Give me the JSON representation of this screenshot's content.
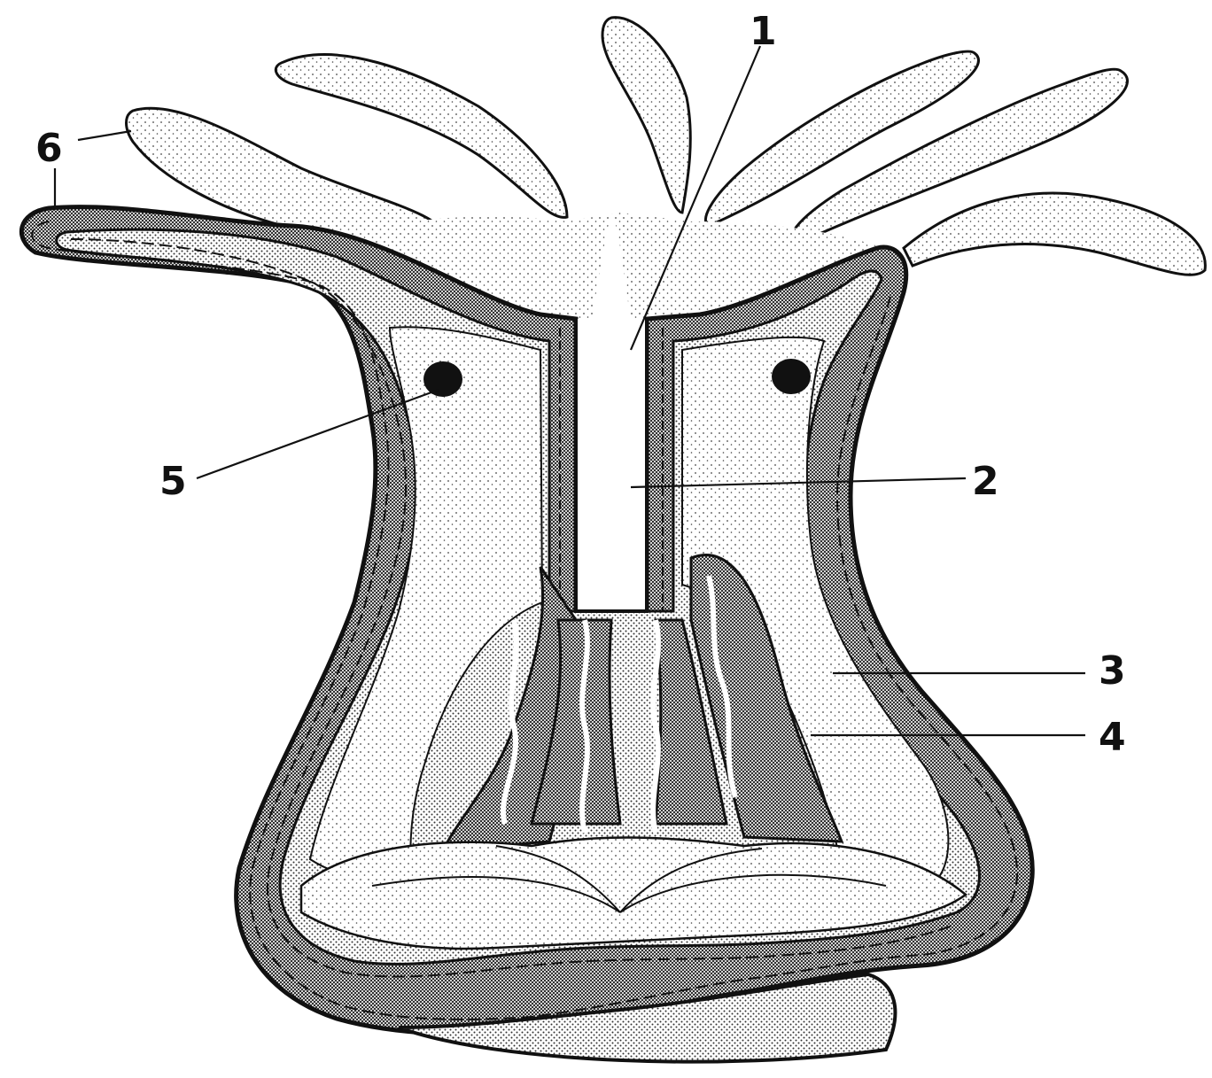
{
  "diagram": {
    "callouts": [
      {
        "id": "c1",
        "label": "1"
      },
      {
        "id": "c2",
        "label": "2"
      },
      {
        "id": "c3",
        "label": "3"
      },
      {
        "id": "c4",
        "label": "4"
      },
      {
        "id": "c5",
        "label": "5"
      },
      {
        "id": "c6",
        "label": "6"
      }
    ],
    "colors": {
      "ink": "#111111",
      "stipple": "#555555",
      "background": "#ffffff"
    }
  }
}
